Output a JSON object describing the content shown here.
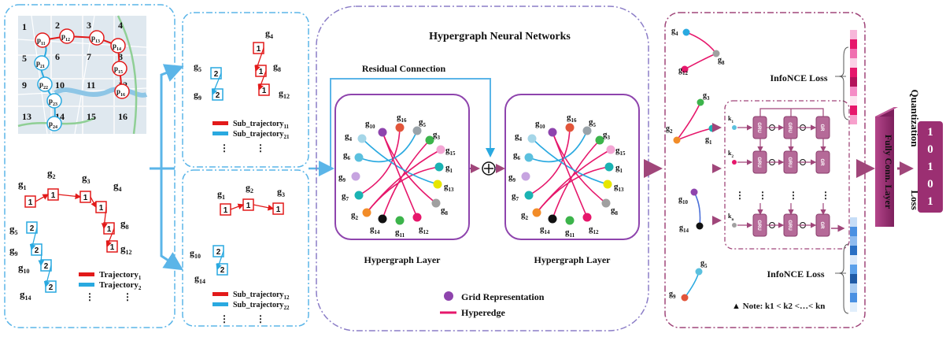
{
  "map": {
    "cells": [
      "1",
      "2",
      "3",
      "4",
      "5",
      "6",
      "7",
      "8",
      "9",
      "10",
      "11",
      "12",
      "13",
      "14",
      "15",
      "16"
    ],
    "red_points": [
      "p11",
      "p12",
      "p13",
      "p14",
      "p15",
      "p16"
    ],
    "blue_points": [
      "p21",
      "p22",
      "p23",
      "p24"
    ]
  },
  "panel1": {
    "g_labels": [
      "g1",
      "g2",
      "g3",
      "g4",
      "g8",
      "g12",
      "g5",
      "g9",
      "g10",
      "g14"
    ],
    "box_value": "1",
    "blue_box_value": "2",
    "legend": [
      "Trajectory1",
      "Trajectory2"
    ],
    "ellipsis": "⋮"
  },
  "panel2": {
    "top_labels": [
      "g4",
      "g8",
      "g12",
      "g5",
      "g9"
    ],
    "top_legend": [
      "Sub_trajectory11",
      "Sub_trajectory21"
    ],
    "bottom_labels": [
      "g1",
      "g2",
      "g3",
      "g10",
      "g14"
    ],
    "bottom_legend": [
      "Sub_trajectory12",
      "Sub_trajectory22"
    ]
  },
  "hgnn": {
    "title": "Hypergraph Neural Networks",
    "residual": "Residual Connection",
    "layer_label": "Hypergraph Layer",
    "node_labels": [
      "g10",
      "g16",
      "g5",
      "g4",
      "g3",
      "g15",
      "g6",
      "g1",
      "g9",
      "g13",
      "g7",
      "g2",
      "g8",
      "g14",
      "g11",
      "g12"
    ],
    "legend_grid": "Grid Representation",
    "legend_hyperedge": "Hyperedge",
    "plus": "+"
  },
  "right": {
    "infonce_top": "InfoNCE Loss",
    "infonce_bottom": "InfoNCE Loss",
    "gru": "GRU",
    "gr": "GR",
    "k_labels": [
      "k1",
      "k2",
      "kn"
    ],
    "note": "▲ Note: k1 < k2 <…< kn",
    "fc": "Fully Conn. Layer",
    "quant": "Quantization",
    "loss": "Loss",
    "bits": [
      "1",
      "0",
      "1",
      "0",
      "1"
    ],
    "graph_labels": [
      "g4",
      "g8",
      "g12",
      "g3",
      "g2",
      "g1",
      "g10",
      "g14",
      "g5",
      "g9"
    ]
  },
  "colors": {
    "red": "#e21a1a",
    "blue": "#29a9e0",
    "purple": "#8e44ad",
    "hyperedge": "#e6176b",
    "frame_blue": "#5bb5e8",
    "frame_purple": "#8b7dc7",
    "frame_maroon": "#a0467a",
    "fc": "#9b2f72"
  }
}
